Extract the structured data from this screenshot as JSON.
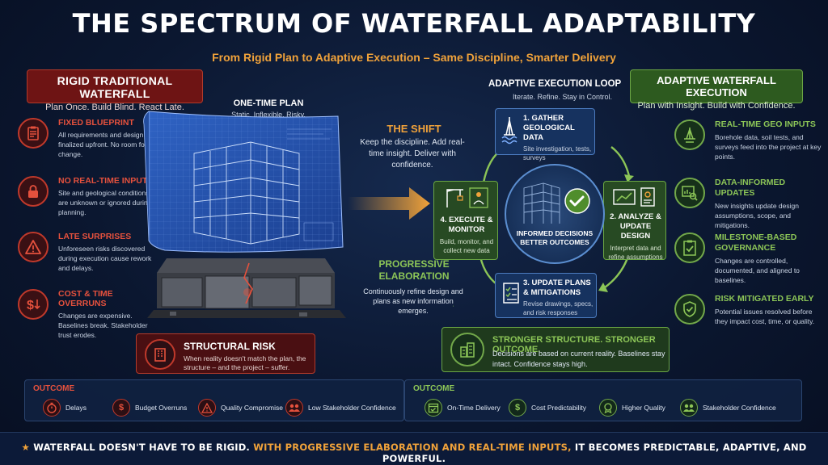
{
  "header": {
    "title": "THE SPECTRUM OF WATERFALL ADAPTABILITY",
    "subtitle": "From Rigid Plan to Adaptive Execution – Same Discipline, Smarter Delivery"
  },
  "rigid": {
    "title": "RIGID TRADITIONAL WATERFALL",
    "tagline": "Plan Once. Build Blind. React Late.",
    "items": [
      {
        "icon": "clipboard-checklist-icon",
        "title": "FIXED BLUEPRINT",
        "desc": "All requirements and design finalized upfront. No room for change."
      },
      {
        "icon": "lock-icon",
        "title": "NO REAL-TIME INPUTS",
        "desc": "Site and geological conditions are unknown or ignored during planning."
      },
      {
        "icon": "warning-icon",
        "title": "LATE SURPRISES",
        "desc": "Unforeseen risks discovered during execution cause rework and delays."
      },
      {
        "icon": "dollar-down-icon",
        "title": "COST & TIME OVERRUNS",
        "desc": "Changes are expensive. Baselines break. Stakeholder trust erodes."
      }
    ]
  },
  "plan": {
    "title": "ONE-TIME PLAN",
    "subtitle": "Static. Inflexible. Risky."
  },
  "structural_risk": {
    "title": "STRUCTURAL RISK",
    "desc": "When reality doesn't match the plan, the structure – and the project – suffer."
  },
  "shift": {
    "title": "THE SHIFT",
    "desc": "Keep the discipline. Add real-time insight. Deliver with confidence."
  },
  "loop": {
    "title": "ADAPTIVE EXECUTION LOOP",
    "subtitle": "Iterate. Refine. Stay in Control.",
    "steps": [
      {
        "title": "1. GATHER GEOLOGICAL DATA",
        "desc": "Site investigation, tests, surveys"
      },
      {
        "title": "2. ANALYZE & UPDATE DESIGN",
        "desc": "Interpret data and refine assumptions"
      },
      {
        "title": "3. UPDATE PLANS & MITIGATIONS",
        "desc": "Revise drawings, specs, and risk responses"
      },
      {
        "title": "4. EXECUTE & MONITOR",
        "desc": "Build, monitor, and collect new data"
      }
    ],
    "center": "INFORMED DECISIONS BETTER OUTCOMES"
  },
  "progressive": {
    "title": "PROGRESSIVE ELABORATION",
    "desc": "Continuously refine design and plans as new information emerges."
  },
  "adaptive": {
    "title": "ADAPTIVE WATERFALL EXECUTION",
    "tagline": "Plan with Insight. Build with Confidence.",
    "items": [
      {
        "icon": "drill-rig-icon",
        "title": "REAL-TIME GEO INPUTS",
        "desc": "Borehole data, soil tests, and surveys feed into the project at key points."
      },
      {
        "icon": "chart-magnifier-icon",
        "title": "DATA-INFORMED UPDATES",
        "desc": "New insights update design assumptions, scope, and mitigations."
      },
      {
        "icon": "clipboard-check-icon",
        "title": "MILESTONE-BASED GOVERNANCE",
        "desc": "Changes are controlled, documented, and aligned to baselines."
      },
      {
        "icon": "shield-check-icon",
        "title": "RISK MITIGATED EARLY",
        "desc": "Potential issues resolved before they impact cost, time, or quality."
      }
    ]
  },
  "stronger": {
    "title": "STRONGER STRUCTURE. STRONGER OUTCOME.",
    "desc": "Decisions are based on current reality. Baselines stay intact. Confidence stays high."
  },
  "outcome_left": {
    "title": "OUTCOME",
    "items": [
      "Delays",
      "Budget Overruns",
      "Quality Compromise",
      "Low Stakeholder Confidence"
    ]
  },
  "outcome_right": {
    "title": "OUTCOME",
    "items": [
      "On-Time Delivery",
      "Cost Predictability",
      "Higher Quality",
      "Stakeholder Confidence"
    ]
  },
  "footer": {
    "part1": "WATERFALL DOESN'T HAVE TO BE RIGID.",
    "part2": "WITH PROGRESSIVE ELABORATION AND REAL-TIME INPUTS,",
    "part3": "IT BECOMES PREDICTABLE, ADAPTIVE, AND POWERFUL."
  },
  "colors": {
    "rigid_red": "#c0392b",
    "adaptive_green": "#72a84a",
    "accent_orange": "#f0a23a",
    "loop_blue": "#4b7bbf"
  }
}
